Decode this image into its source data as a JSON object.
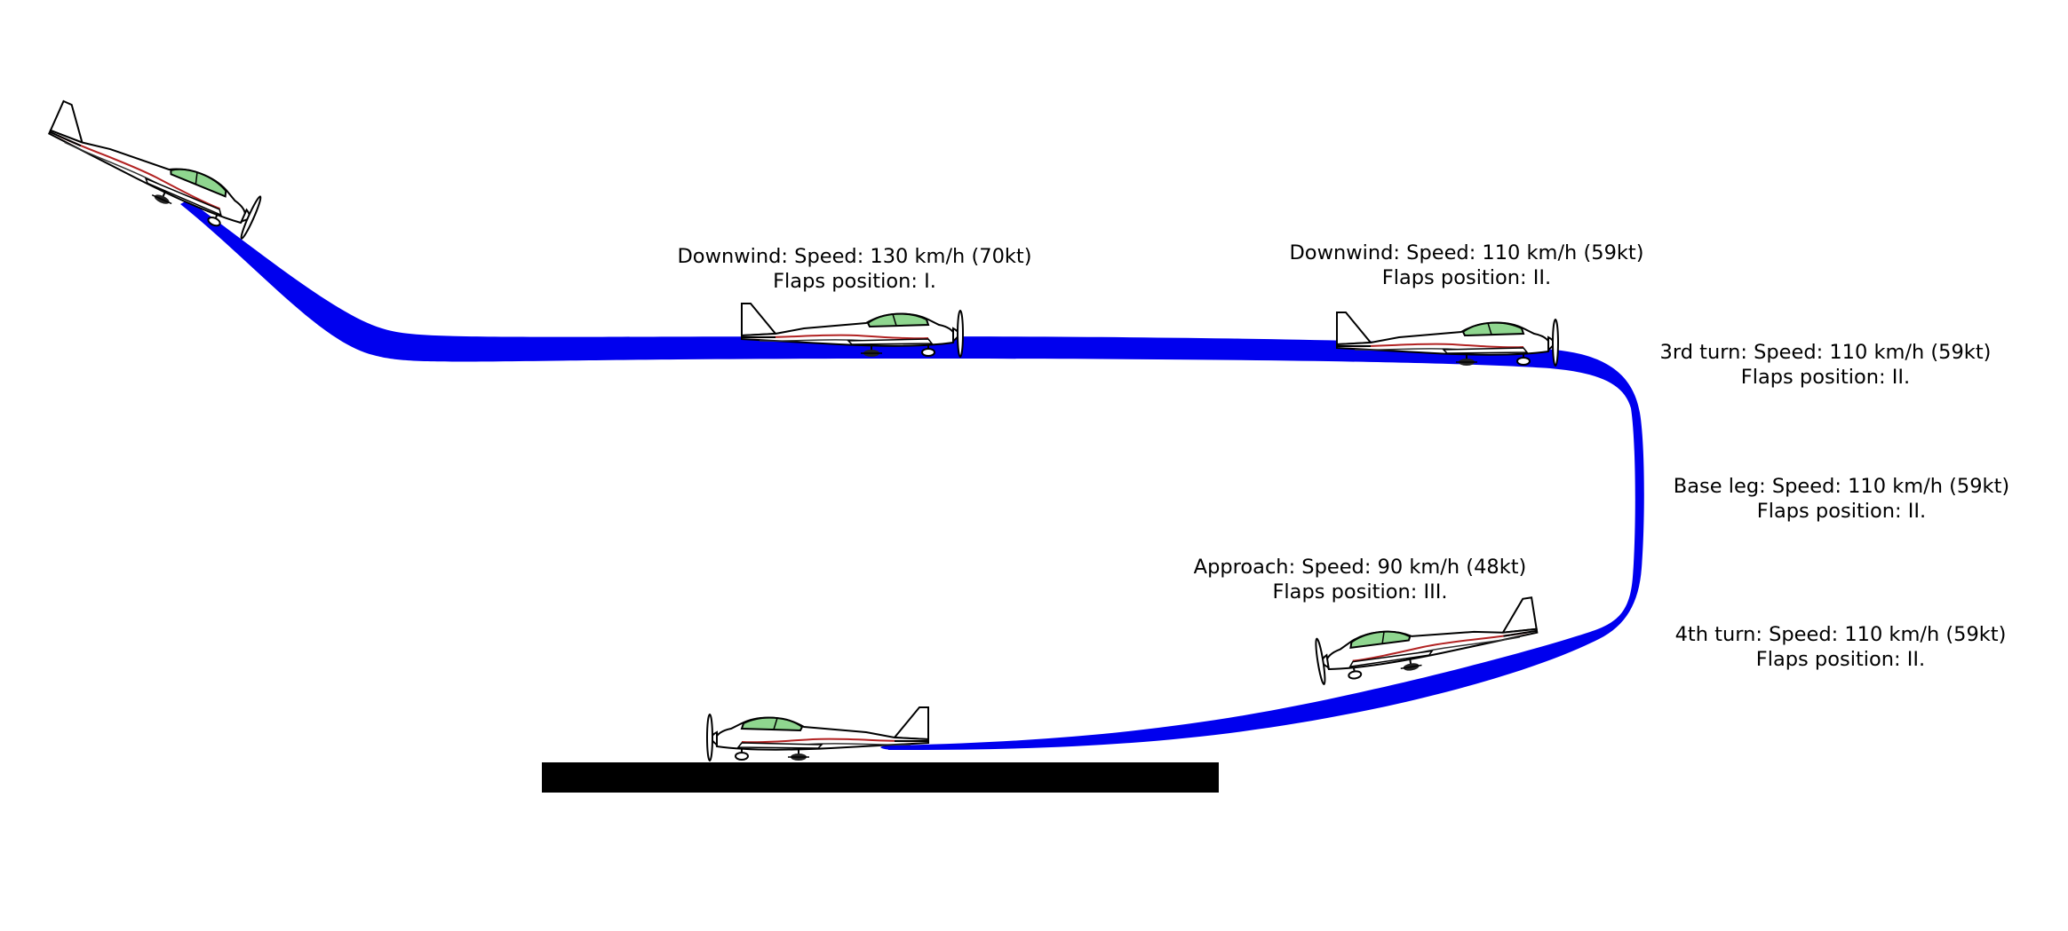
{
  "colors": {
    "path": "#0000ee",
    "runway": "#000000",
    "canopy": "#8fd68f",
    "stripe": "#b22222",
    "fuselage": "#ffffff",
    "outline": "#000000"
  },
  "icons": {
    "aircraft": "light-aircraft-icon"
  },
  "labels": {
    "downwind_1": {
      "line1": "Downwind: Speed: 130 km/h (70kt)",
      "line2": "Flaps position: I."
    },
    "downwind_2": {
      "line1": "Downwind: Speed: 110 km/h (59kt)",
      "line2": "Flaps position: II."
    },
    "turn_3": {
      "line1": "3rd turn: Speed: 110 km/h (59kt)",
      "line2": "Flaps position: II."
    },
    "base_leg": {
      "line1": "Base leg: Speed: 110 km/h (59kt)",
      "line2": "Flaps position: II."
    },
    "approach": {
      "line1": "Approach: Speed: 90 km/h (48kt)",
      "line2": "Flaps position: III."
    },
    "turn_4": {
      "line1": "4th turn: Speed: 110 km/h (59kt)",
      "line2": "Flaps position: II."
    }
  }
}
